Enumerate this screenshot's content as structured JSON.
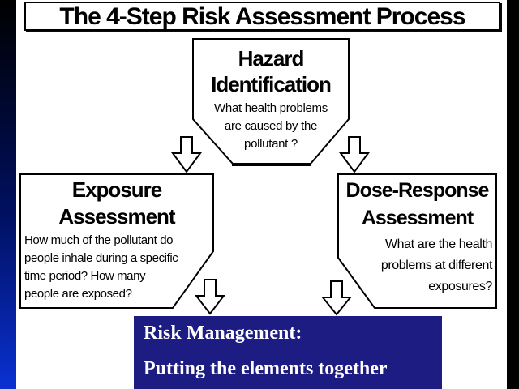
{
  "title": "The 4-Step Risk Assessment Process",
  "hazard_box": {
    "title_lines": [
      "Hazard",
      "Identification"
    ],
    "body_lines": [
      "What health problems",
      "are caused by the",
      "pollutant ?"
    ]
  },
  "exposure_box": {
    "title_lines": [
      "Exposure",
      "Assessment"
    ],
    "body_lines": [
      "How much of the pollutant do",
      "people inhale during a specific",
      "time period? How many",
      "people are exposed?"
    ]
  },
  "dose_box": {
    "title_lines": [
      "Dose-Response",
      "Assessment"
    ],
    "body_lines": [
      "What are the health",
      "problems at different",
      "exposures?"
    ]
  },
  "risk_box": {
    "line1": "Risk Management:",
    "line2": "Putting the elements together"
  },
  "colors": {
    "edge_gradient_top": "#000000",
    "edge_gradient_bottom": "#0a31d2",
    "right_edge": "#000000",
    "risk_box_bg": "#1c1c82",
    "shape_stroke": "#000000",
    "shape_fill": "#ffffff"
  },
  "icons": {
    "arrow": "down-arrow"
  }
}
